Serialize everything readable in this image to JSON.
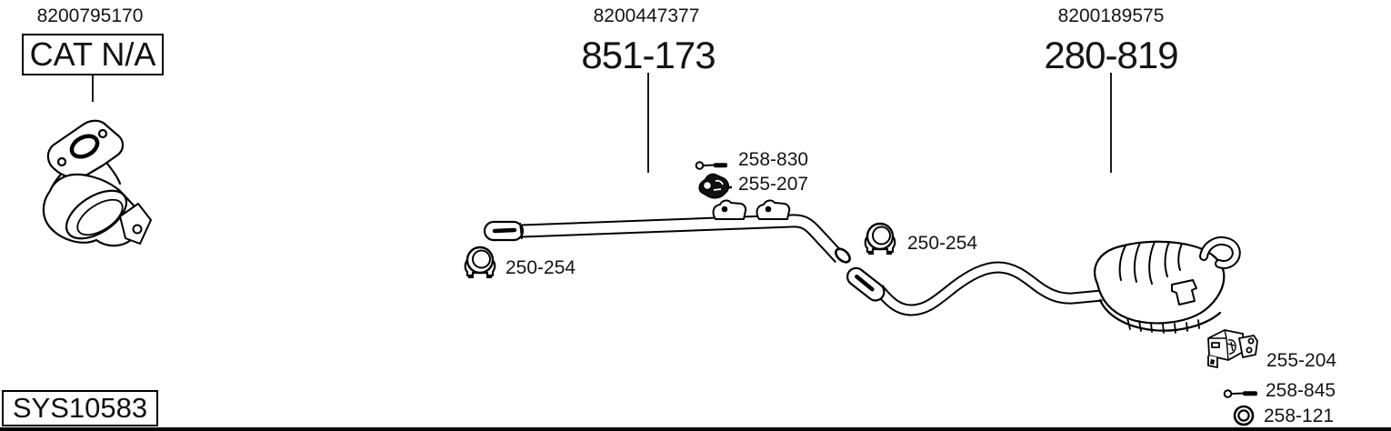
{
  "diagram": {
    "system_code": "SYS10583",
    "assemblies": [
      {
        "name": "catalytic-converter",
        "oe_number": "8200795170",
        "code": "CAT N/A"
      },
      {
        "name": "front-pipe",
        "oe_number": "8200447377",
        "code": "851-173"
      },
      {
        "name": "rear-silencer",
        "oe_number": "8200189575",
        "code": "280-819"
      }
    ],
    "fittings": {
      "front_bolt": "258-830",
      "front_rubber_hanger": "255-207",
      "front_clamp": "250-254",
      "rear_clamp": "250-254",
      "rear_bracket_hanger": "255-204",
      "rear_bolt": "258-845",
      "rear_ring": "258-121"
    },
    "icons": {
      "front_bolt": "bolt-icon",
      "front_rubber_hanger": "rubber-hanger-icon",
      "front_clamp": "clamp-icon",
      "rear_clamp": "clamp-icon",
      "rear_bracket_hanger": "bracket-hanger-icon",
      "rear_bolt": "bolt-icon",
      "rear_ring": "ring-gasket-icon"
    },
    "colors": {
      "line": "#000000",
      "background": "#ffffff",
      "text": "#141414"
    }
  }
}
